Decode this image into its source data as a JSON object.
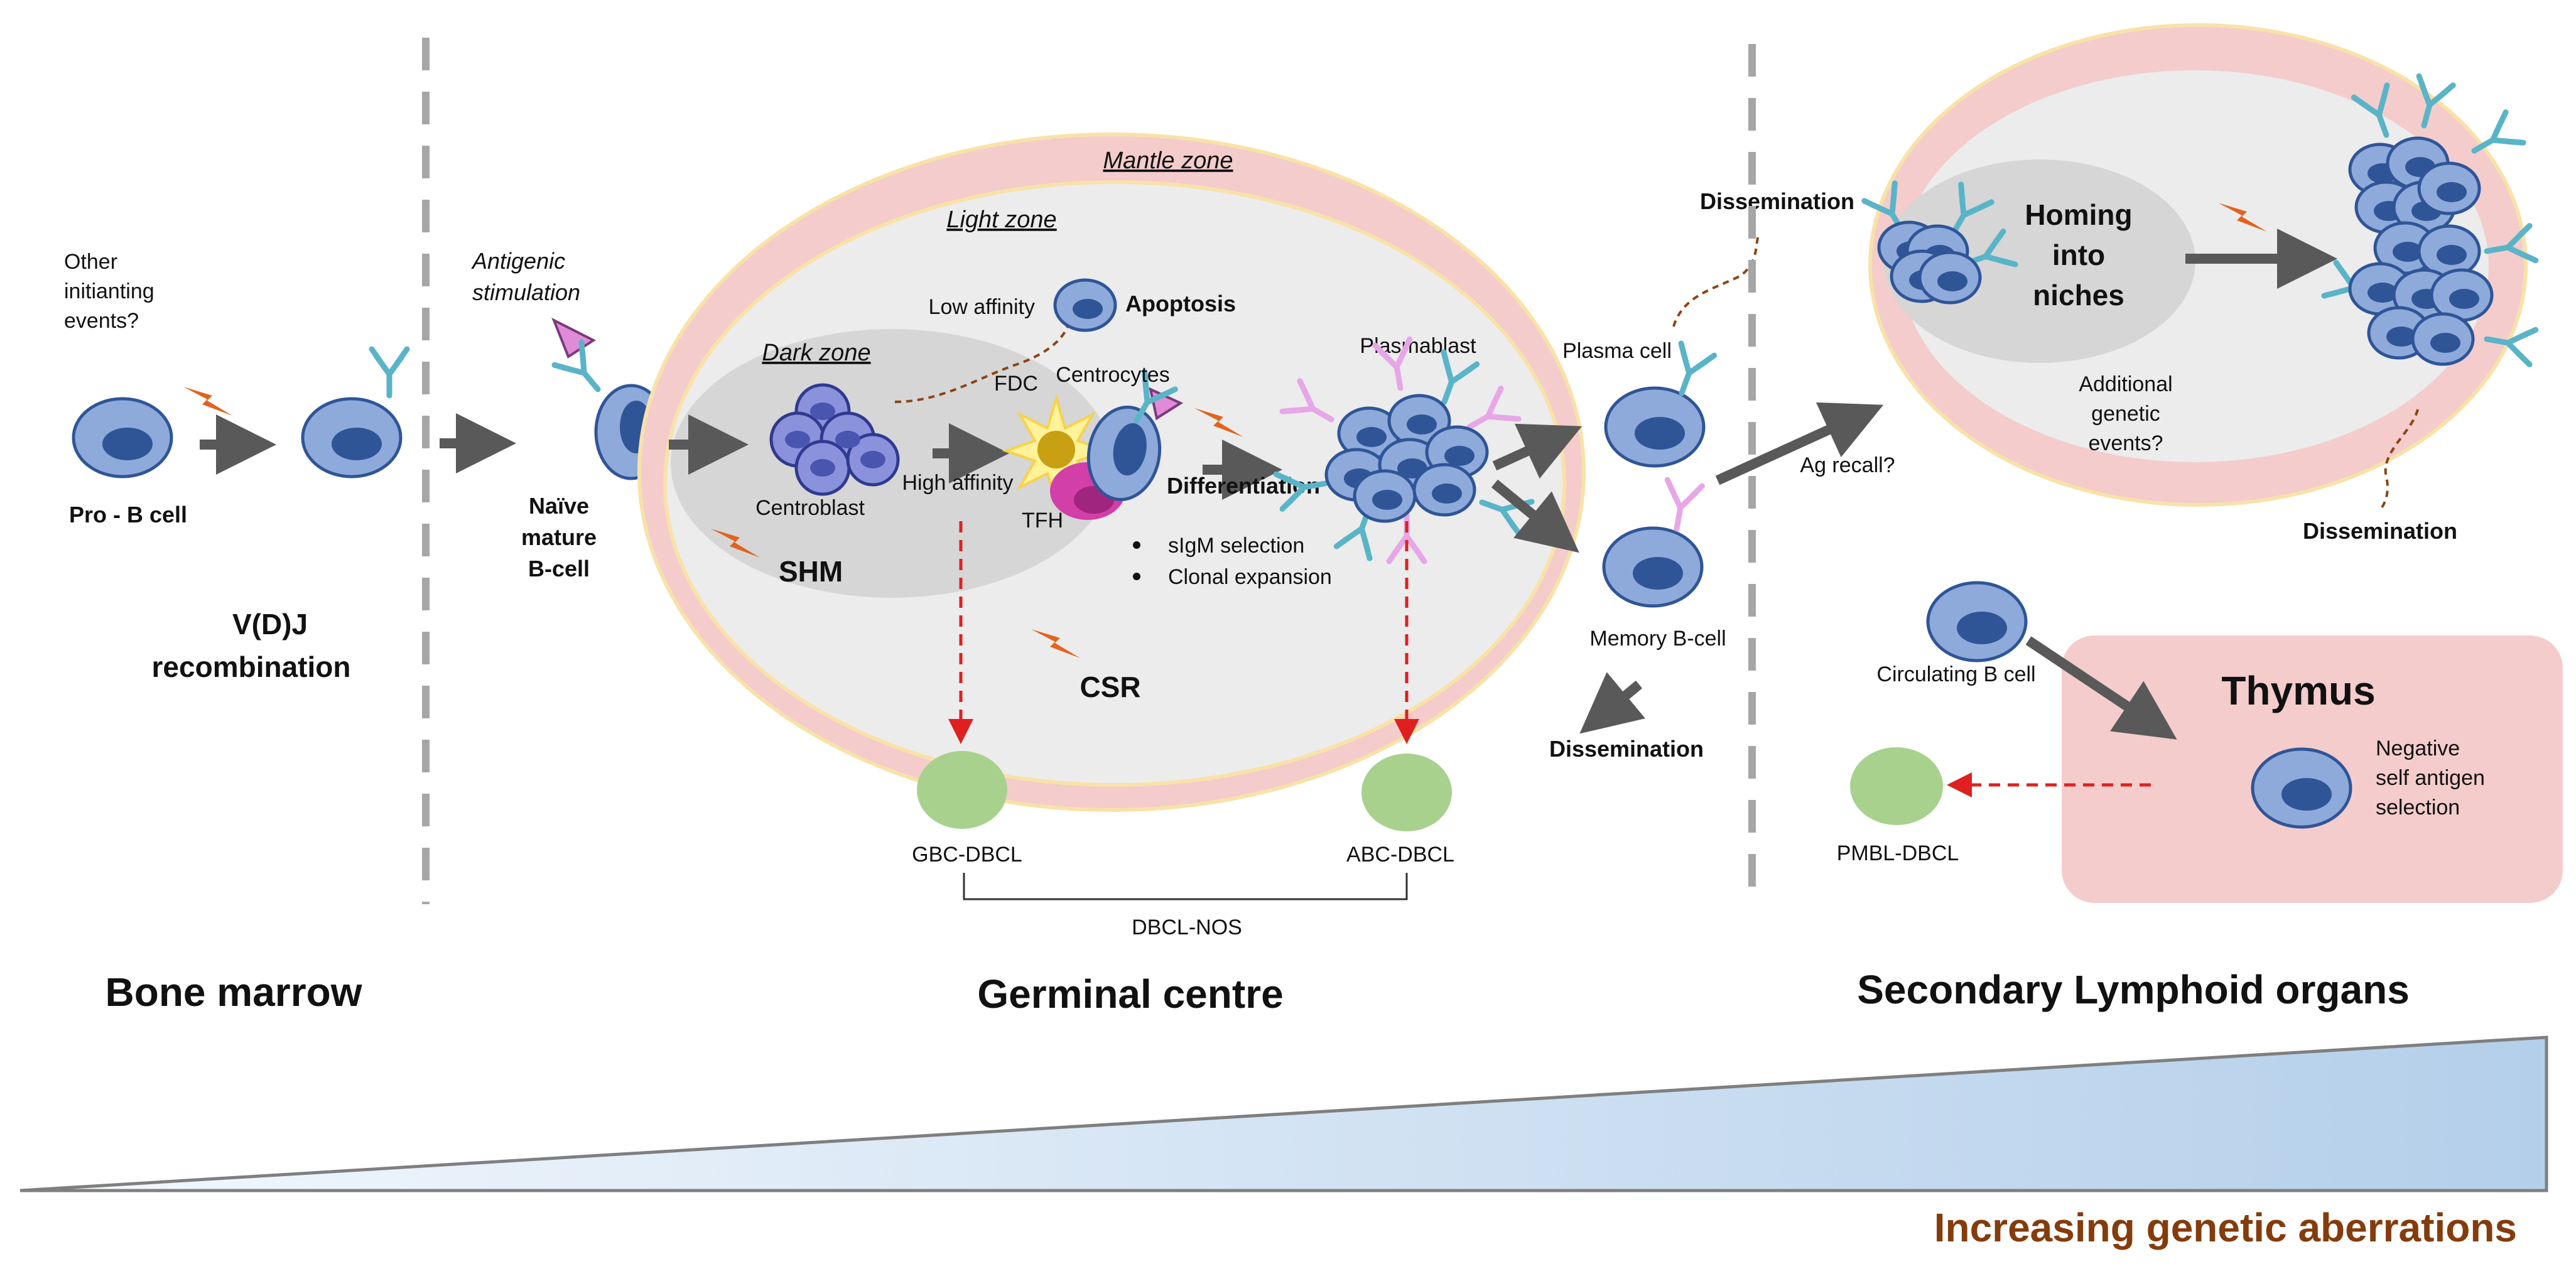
{
  "sections": {
    "bone_marrow": "Bone marrow",
    "germinal_centre": "Germinal centre",
    "secondary_lymphoid": "Secondary Lymphoid organs"
  },
  "labels": {
    "other_events_1": "Other",
    "other_events_2": "initianting",
    "other_events_3": "events?",
    "pro_b_cell": "Pro - B cell",
    "vdj_1": "V(D)J",
    "vdj_2": "recombination",
    "antigenic_1": "Antigenic",
    "antigenic_2": "stimulation",
    "naive_1": "Naïve",
    "naive_2": "mature",
    "naive_3": "B-cell",
    "mantle_zone": "Mantle zone",
    "light_zone": "Light zone",
    "dark_zone": "Dark zone",
    "low_affinity": "Low affinity",
    "apoptosis": "Apoptosis",
    "fdc": "FDC",
    "centrocytes": "Centrocytes",
    "centroblast": "Centroblast",
    "high_affinity": "High affinity",
    "tfh": "TFH",
    "differentiation": "Differentiation",
    "plasmablast": "Plasmablast",
    "sigm": "sIgM selection",
    "clonal": "Clonal expansion",
    "shm": "SHM",
    "csr": "CSR",
    "gbc_dbcl": "GBC-DBCL",
    "abc_dbcl": "ABC-DBCL",
    "dbcl_nos": "DBCL-NOS",
    "dissemination": "Dissemination",
    "plasma_cell": "Plasma cell",
    "memory_b_cell": "Memory B-cell",
    "ag_recall": "Ag recall?",
    "homing_1": "Homing",
    "homing_2": "into",
    "homing_3": "niches",
    "additional_1": "Additional",
    "additional_2": "genetic",
    "additional_3": "events?",
    "circulating": "Circulating B cell",
    "thymus": "Thymus",
    "negative_1": "Negative",
    "negative_2": "self antigen",
    "negative_3": "selection",
    "pmbl_dbcl": "PMBL-DBCL",
    "increasing": "Increasing genetic aberrations"
  },
  "colors": {
    "cell_fill": "#8eaadb",
    "cell_stroke": "#2f5597",
    "nucleus": "#2f5597",
    "mantle": "#f4cccc",
    "light_zone": "#ececec",
    "dark_zone": "#d6d6d6",
    "tumor_green": "#a9d18e",
    "arrow_gray": "#595959",
    "red_dash": "#e02020",
    "thymus_box": "#f4cccc",
    "gradient_end": "#b4cfea",
    "title_brown": "#843c0c",
    "antigen_pink": "#e08bd8",
    "receptor_teal": "#5ab4c8",
    "lightning": "#e2631e"
  }
}
